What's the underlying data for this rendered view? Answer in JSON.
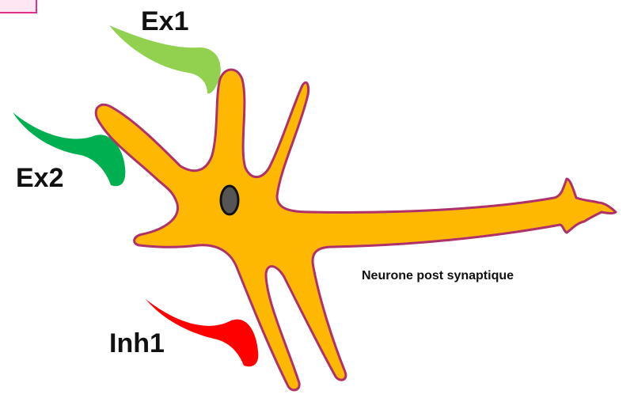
{
  "labels": {
    "ex1": "Ex1",
    "ex2": "Ex2",
    "inh1": "Inh1",
    "neuron": "Neurone post synaptique"
  },
  "colors": {
    "neuron_fill": "#FFB800",
    "neuron_outline": "#B0306A",
    "nucleus": "#555555",
    "ex1_terminal": "#92D050",
    "ex2_terminal": "#00B050",
    "inh1_terminal": "#FF0000",
    "corner_box_fill": "#FFE6F2",
    "corner_box_border": "#E0308A"
  }
}
